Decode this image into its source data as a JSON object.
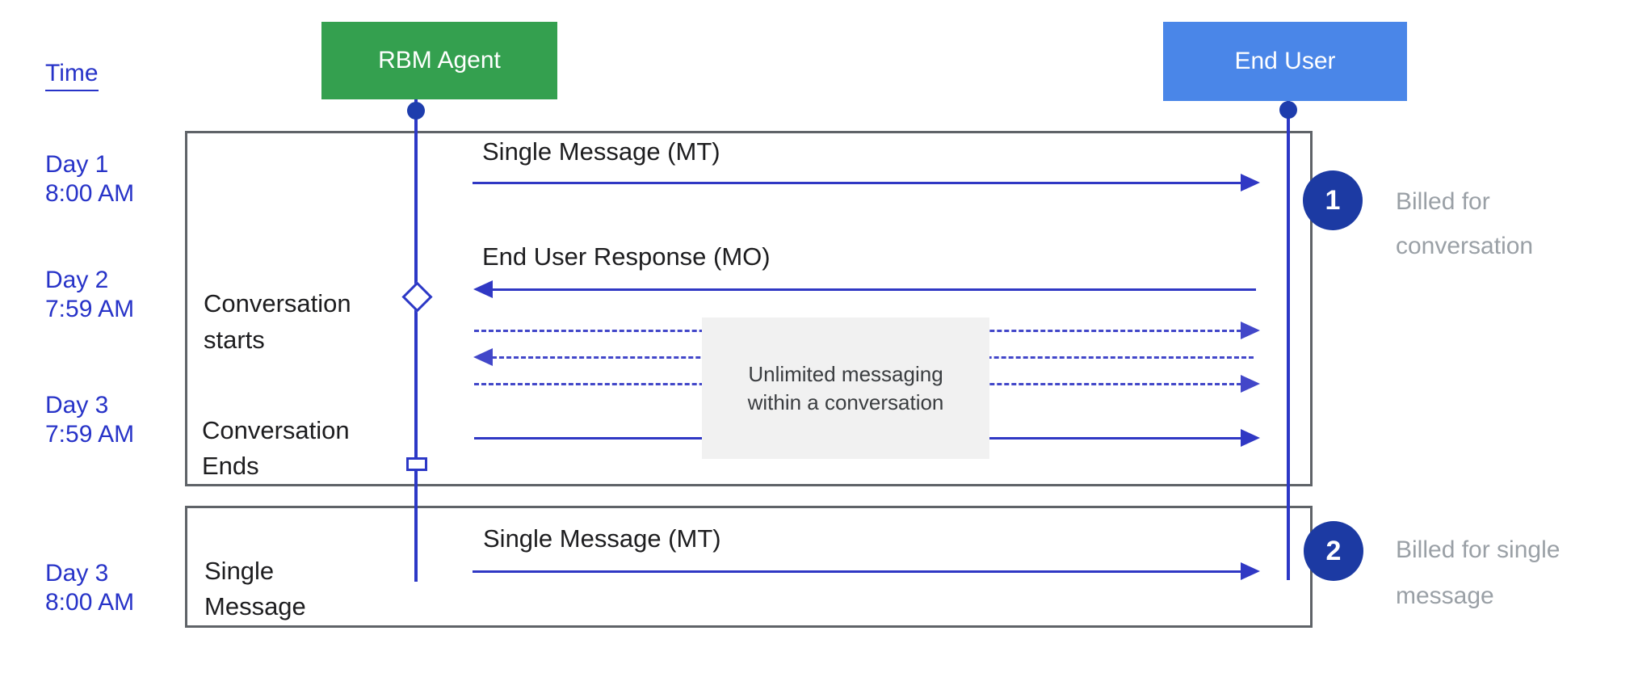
{
  "header": {
    "time_label": "Time"
  },
  "actors": {
    "rbm": {
      "label": "RBM Agent",
      "color": "#34a04f"
    },
    "end_user": {
      "label": "End User",
      "color": "#4a86e8"
    }
  },
  "timeline": [
    {
      "day": "Day 1",
      "time": "8:00 AM"
    },
    {
      "day": "Day 2",
      "time": "7:59 AM"
    },
    {
      "day": "Day 3",
      "time": "7:59 AM"
    },
    {
      "day": "Day 3",
      "time": "8:00 AM"
    }
  ],
  "frame1": {
    "msg_mt": "Single Message (MT)",
    "msg_mo": "End User Response (MO)",
    "conv_starts": {
      "line1": "Conversation",
      "line2": "starts"
    },
    "conv_ends": {
      "line1": "Conversation",
      "line2": "Ends"
    },
    "note": {
      "line1": "Unlimited messaging",
      "line2": "within a conversation"
    }
  },
  "frame2": {
    "label": {
      "line1": "Single",
      "line2": "Message"
    },
    "msg_mt": "Single Message (MT)"
  },
  "annotations": {
    "first": {
      "badge": "1",
      "line1": "Billed for",
      "line2": "conversation"
    },
    "second": {
      "badge": "2",
      "line1": "Billed for single",
      "line2": "message"
    }
  },
  "colors": {
    "rbm_box": "#34a04f",
    "end_user_box": "#4a86e8",
    "line_blue": "#3038c4",
    "dashed_blue": "#4247c9",
    "lifeline_blue": "#2c38c6",
    "badge_blue": "#1c3aa3",
    "time_text_blue": "#2733c8",
    "frame_gray": "#5f6368",
    "note_background": "#f1f1f1",
    "billed_text_gray": "#9aa0a6",
    "message_text": "#1d1d1f"
  }
}
